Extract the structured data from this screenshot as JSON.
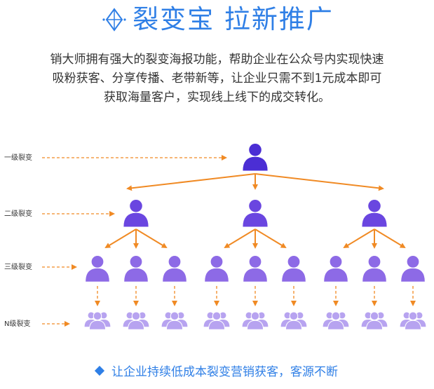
{
  "header": {
    "title": "裂变宝 拉新推广",
    "logo_icon": "diamond-sparkle-icon"
  },
  "description": {
    "lines": [
      "销大师拥有强大的裂变海报功能，帮助企业在公众号内实现快速",
      "吸粉获客、分享传播、老带新等，让企业只需不到1元成本即可",
      "获取海量客户，实现线上线下的成交转化。"
    ]
  },
  "levels": {
    "l1": "一级裂变",
    "l2": "二级裂变",
    "l3": "三级裂变",
    "ln": "N级裂变"
  },
  "footer": {
    "text": "让企业持续低成本裂变营销获客，客源不断",
    "bullet_icon": "diamond-bullet-icon"
  },
  "colors": {
    "title_blue": "#2f7fe6",
    "arrow_orange": "#f08a24",
    "person_dark": "#4b2ed4",
    "person_mid": "#6a46e0",
    "person_light": "#8d6ae6",
    "group_light": "#b7a3f0"
  }
}
